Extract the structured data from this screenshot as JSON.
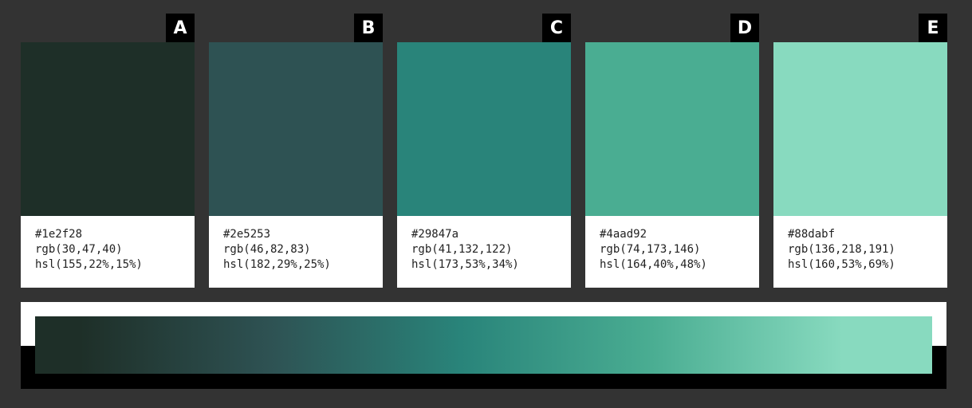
{
  "swatches": [
    {
      "label": "A",
      "hex": "#1e2f28",
      "rgb": "rgb(30,47,40)",
      "hsl": "hsl(155,22%,15%)",
      "color": "#1e2f28"
    },
    {
      "label": "B",
      "hex": "#2e5253",
      "rgb": "rgb(46,82,83)",
      "hsl": "hsl(182,29%,25%)",
      "color": "#2e5253"
    },
    {
      "label": "C",
      "hex": "#29847a",
      "rgb": "rgb(41,132,122)",
      "hsl": "hsl(173,53%,34%)",
      "color": "#29847a"
    },
    {
      "label": "D",
      "hex": "#4aad92",
      "rgb": "rgb(74,173,146)",
      "hsl": "hsl(164,40%,48%)",
      "color": "#4aad92"
    },
    {
      "label": "E",
      "hex": "#88dabf",
      "rgb": "rgb(136,218,191)",
      "hsl": "hsl(160,53%,69%)",
      "color": "#88dabf"
    }
  ],
  "gradient": {
    "stops": [
      "#1e2f28",
      "#2e5253",
      "#29847a",
      "#4aad92",
      "#88dabf"
    ]
  },
  "colors": {
    "background": "#333333",
    "card": "#ffffff",
    "tag": "#000000"
  }
}
